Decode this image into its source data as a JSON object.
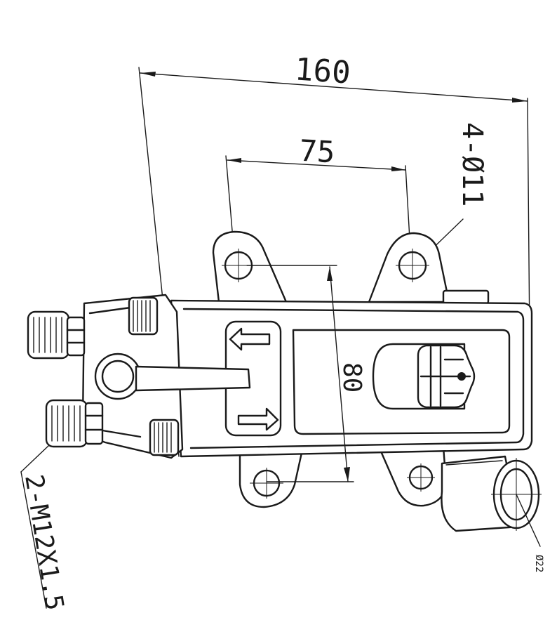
{
  "drawing": {
    "dimensions": {
      "overall_length": "160",
      "hole_spacing": "75",
      "hole_callout": "4-Ø11",
      "width": "80",
      "thread_callout": "2-M12X1.5",
      "pedal_diameter": "Ø22"
    },
    "arrows": [
      "left",
      "right"
    ]
  }
}
